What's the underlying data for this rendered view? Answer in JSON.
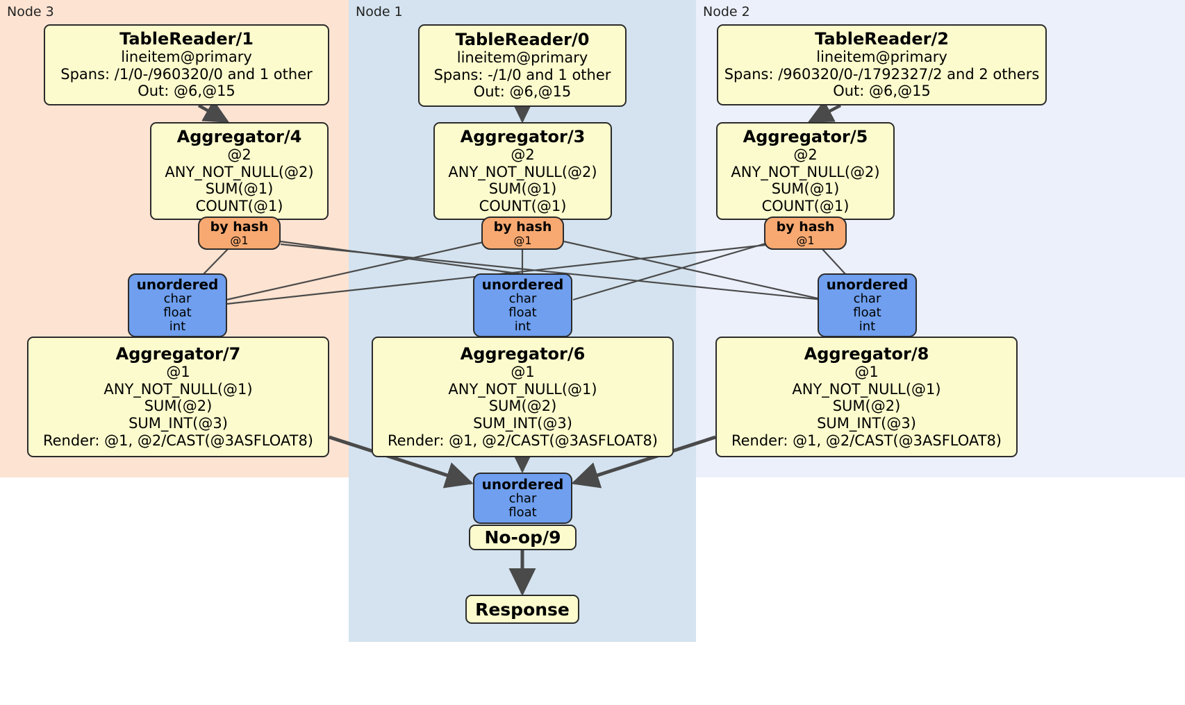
{
  "diagram": {
    "type": "distributed-query-plan",
    "colors": {
      "node3_panel": "#fce3d2",
      "node1_panel": "#d4e3ef",
      "node2_panel": "#ecf0fb",
      "processor_fill": "#fbfbcd",
      "router_fill": "#f7a971",
      "synchronizer_fill": "#6f9fee",
      "stroke": "#2b2b2b",
      "edge": "#4a4a4a"
    }
  },
  "nodes": [
    {
      "id": "node3",
      "label": "Node 3"
    },
    {
      "id": "node1",
      "label": "Node 1"
    },
    {
      "id": "node2",
      "label": "Node 2"
    }
  ],
  "processors": {
    "tablereader_1": {
      "title": "TableReader/1",
      "lines": [
        "lineitem@primary",
        "Spans: /1/0-/960320/0 and 1 other",
        "Out: @6,@15"
      ]
    },
    "tablereader_0": {
      "title": "TableReader/0",
      "lines": [
        "lineitem@primary",
        "Spans: -/1/0 and 1 other",
        "Out: @6,@15"
      ]
    },
    "tablereader_2": {
      "title": "TableReader/2",
      "lines": [
        "lineitem@primary",
        "Spans: /960320/0-/1792327/2 and 2 others",
        "Out: @6,@15"
      ]
    },
    "aggregator_4": {
      "title": "Aggregator/4",
      "lines": [
        "@2",
        "ANY_NOT_NULL(@2)",
        "SUM(@1)",
        "COUNT(@1)"
      ]
    },
    "aggregator_3": {
      "title": "Aggregator/3",
      "lines": [
        "@2",
        "ANY_NOT_NULL(@2)",
        "SUM(@1)",
        "COUNT(@1)"
      ]
    },
    "aggregator_5": {
      "title": "Aggregator/5",
      "lines": [
        "@2",
        "ANY_NOT_NULL(@2)",
        "SUM(@1)",
        "COUNT(@1)"
      ]
    },
    "aggregator_7": {
      "title": "Aggregator/7",
      "lines": [
        "@1",
        "ANY_NOT_NULL(@1)",
        "SUM(@2)",
        "SUM_INT(@3)",
        "Render: @1, @2/CAST(@3ASFLOAT8)"
      ]
    },
    "aggregator_6": {
      "title": "Aggregator/6",
      "lines": [
        "@1",
        "ANY_NOT_NULL(@1)",
        "SUM(@2)",
        "SUM_INT(@3)",
        "Render: @1, @2/CAST(@3ASFLOAT8)"
      ]
    },
    "aggregator_8": {
      "title": "Aggregator/8",
      "lines": [
        "@1",
        "ANY_NOT_NULL(@1)",
        "SUM(@2)",
        "SUM_INT(@3)",
        "Render: @1, @2/CAST(@3ASFLOAT8)"
      ]
    },
    "noop_9": {
      "title": "No-op/9",
      "lines": []
    },
    "response": {
      "title": "Response",
      "lines": []
    }
  },
  "routers": {
    "by_hash_left": {
      "title": "by hash",
      "lines": [
        "@1"
      ]
    },
    "by_hash_center": {
      "title": "by hash",
      "lines": [
        "@1"
      ]
    },
    "by_hash_right": {
      "title": "by hash",
      "lines": [
        "@1"
      ]
    }
  },
  "synchronizers": {
    "unordered_left": {
      "title": "unordered",
      "lines": [
        "char",
        "float",
        "int"
      ]
    },
    "unordered_center": {
      "title": "unordered",
      "lines": [
        "char",
        "float",
        "int"
      ]
    },
    "unordered_right": {
      "title": "unordered",
      "lines": [
        "char",
        "float",
        "int"
      ]
    },
    "unordered_final": {
      "title": "unordered",
      "lines": [
        "char",
        "float"
      ]
    }
  }
}
